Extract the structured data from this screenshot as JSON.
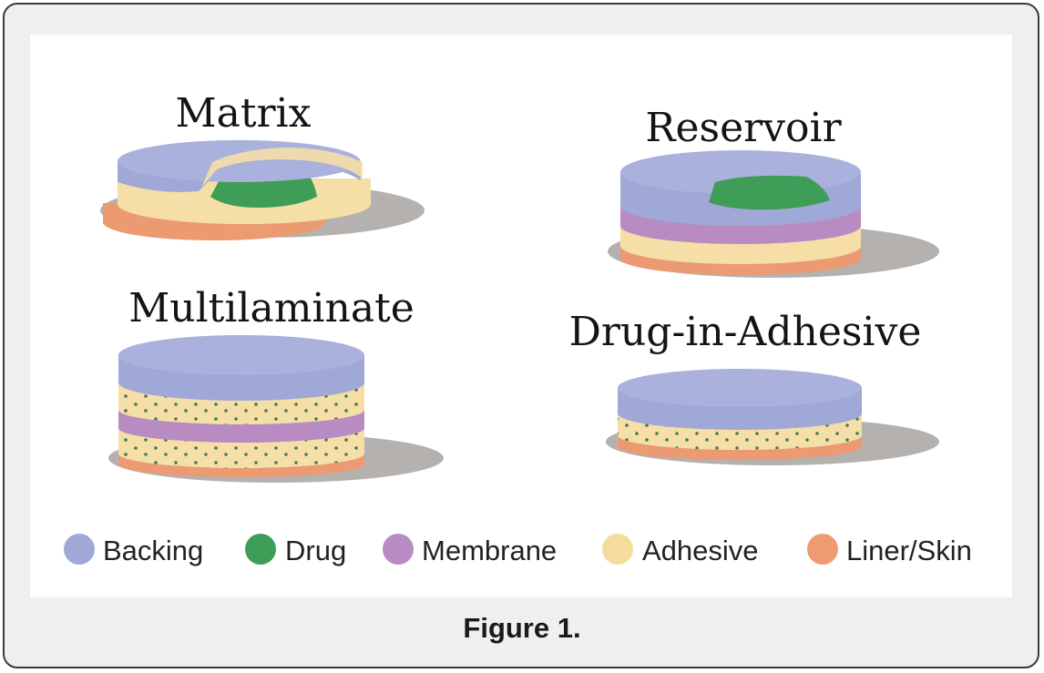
{
  "diagrams": [
    {
      "title": "Matrix"
    },
    {
      "title": "Reservoir"
    },
    {
      "title": "Multilaminate"
    },
    {
      "title": "Drug-in-Adhesive"
    }
  ],
  "legend": [
    {
      "label": "Backing",
      "color": "#9fa8d6"
    },
    {
      "label": "Drug",
      "color": "#3e9d57"
    },
    {
      "label": "Membrane",
      "color": "#b88bc2"
    },
    {
      "label": "Adhesive",
      "color": "#f4dc9f"
    },
    {
      "label": "Liner/Skin",
      "color": "#ee9b73"
    }
  ],
  "caption": "Figure 1."
}
